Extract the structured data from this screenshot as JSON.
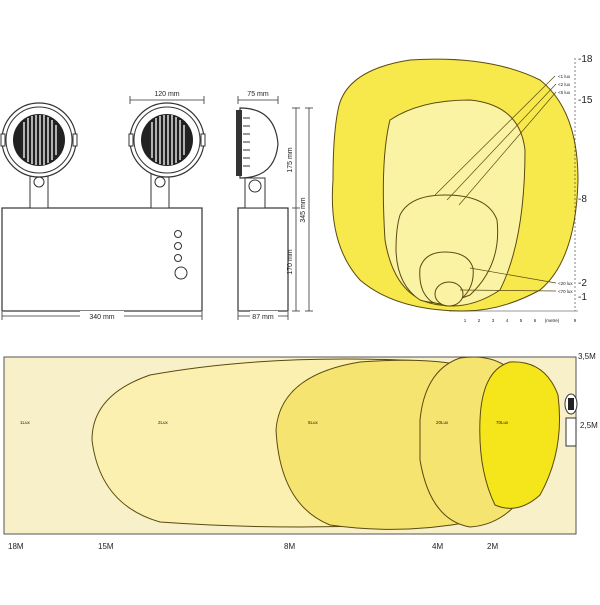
{
  "front_view": {
    "width_label": "340 mm",
    "head_width_label": "120 mm"
  },
  "side_view": {
    "depth_label": "75 mm",
    "body_depth_label": "87 mm",
    "total_height_label": "345 mm",
    "head_height_label": "175 mm",
    "body_height_label": "170 mm"
  },
  "polar_chart": {
    "scale_labels": [
      "-18",
      "-15",
      "-8",
      "-2",
      "-1"
    ],
    "iso_labels": [
      "<1 lux",
      "<2 lux",
      "<5 lux",
      "<20 lux",
      "<70 lux"
    ],
    "meter_ticks": [
      "1",
      "2",
      "3",
      "4",
      "5",
      "6",
      "(metre)",
      "9"
    ],
    "colors": {
      "fill_outer": "#f7e84b",
      "fill_inner": "#fbf3a4",
      "stroke": "#5a4a10"
    }
  },
  "beam_chart": {
    "zone_labels": [
      "1Lux",
      "2Lux",
      "5Lux",
      "20Lux",
      "70Lux"
    ],
    "distance_labels": [
      "18M",
      "15M",
      "8M",
      "4M",
      "2M"
    ],
    "height_labels": [
      "3,5M",
      "2,5M"
    ],
    "colors": {
      "bg": "#f8f0c8",
      "zone_light": "#fbf0b0",
      "zone_mid": "#f6e470",
      "zone_strong": "#f4e61a"
    }
  }
}
